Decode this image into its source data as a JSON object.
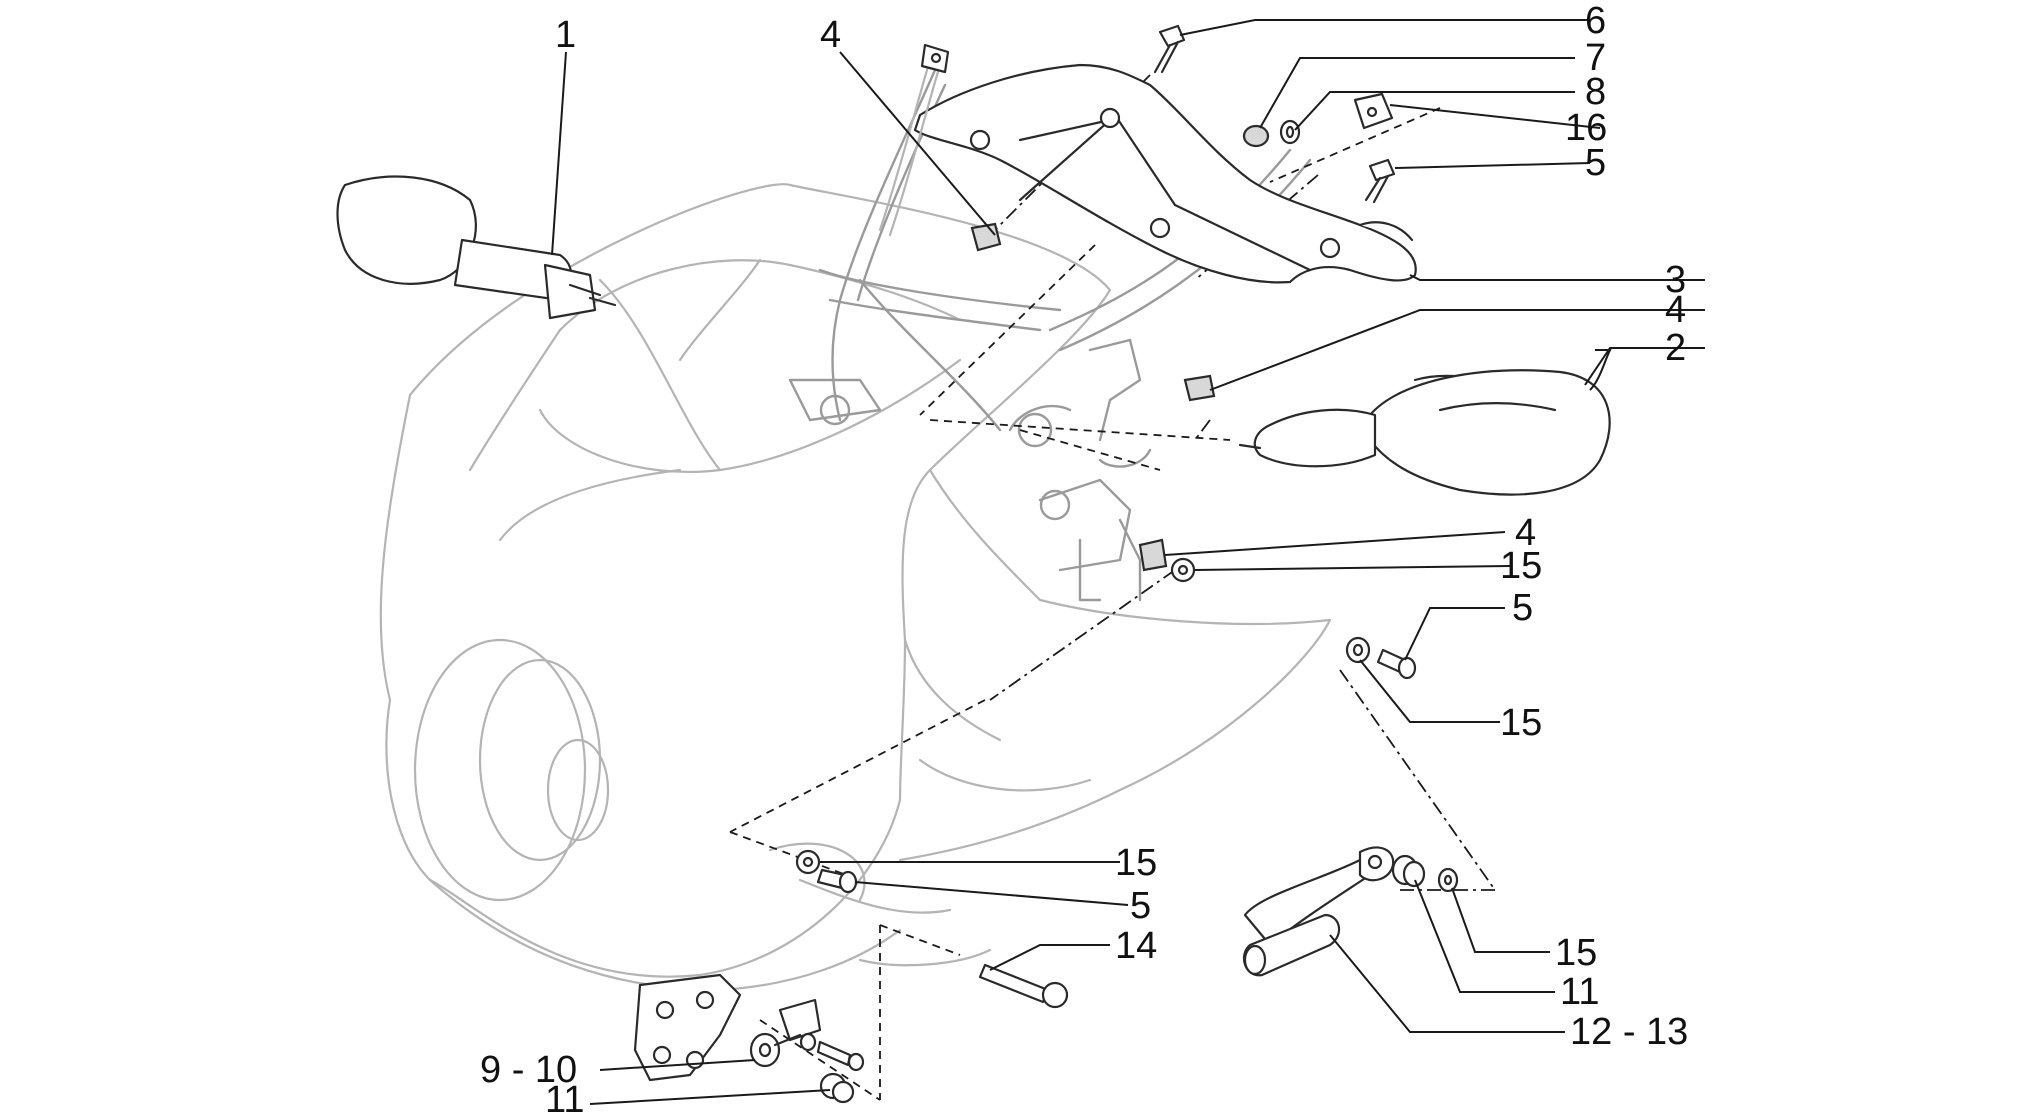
{
  "callouts": {
    "c1": "1",
    "c2": "2",
    "c3": "3",
    "c4a": "4",
    "c4b": "4",
    "c4c": "4",
    "c5a": "5",
    "c5b": "5",
    "c5c": "5",
    "c6": "6",
    "c7": "7",
    "c8": "8",
    "c16": "16",
    "c15a": "15",
    "c15b": "15",
    "c15c": "15",
    "c15d": "15",
    "c14": "14",
    "c11a": "11",
    "c11b": "11",
    "c12_13": "12 - 13",
    "c9_10": "9 - 10"
  },
  "icons": {
    "left_mirror": "rear-view-mirror-icon",
    "right_mirror": "rear-view-mirror-icon",
    "fairing": "front-fairing-icon",
    "bracket": "fairing-support-bracket-icon"
  }
}
